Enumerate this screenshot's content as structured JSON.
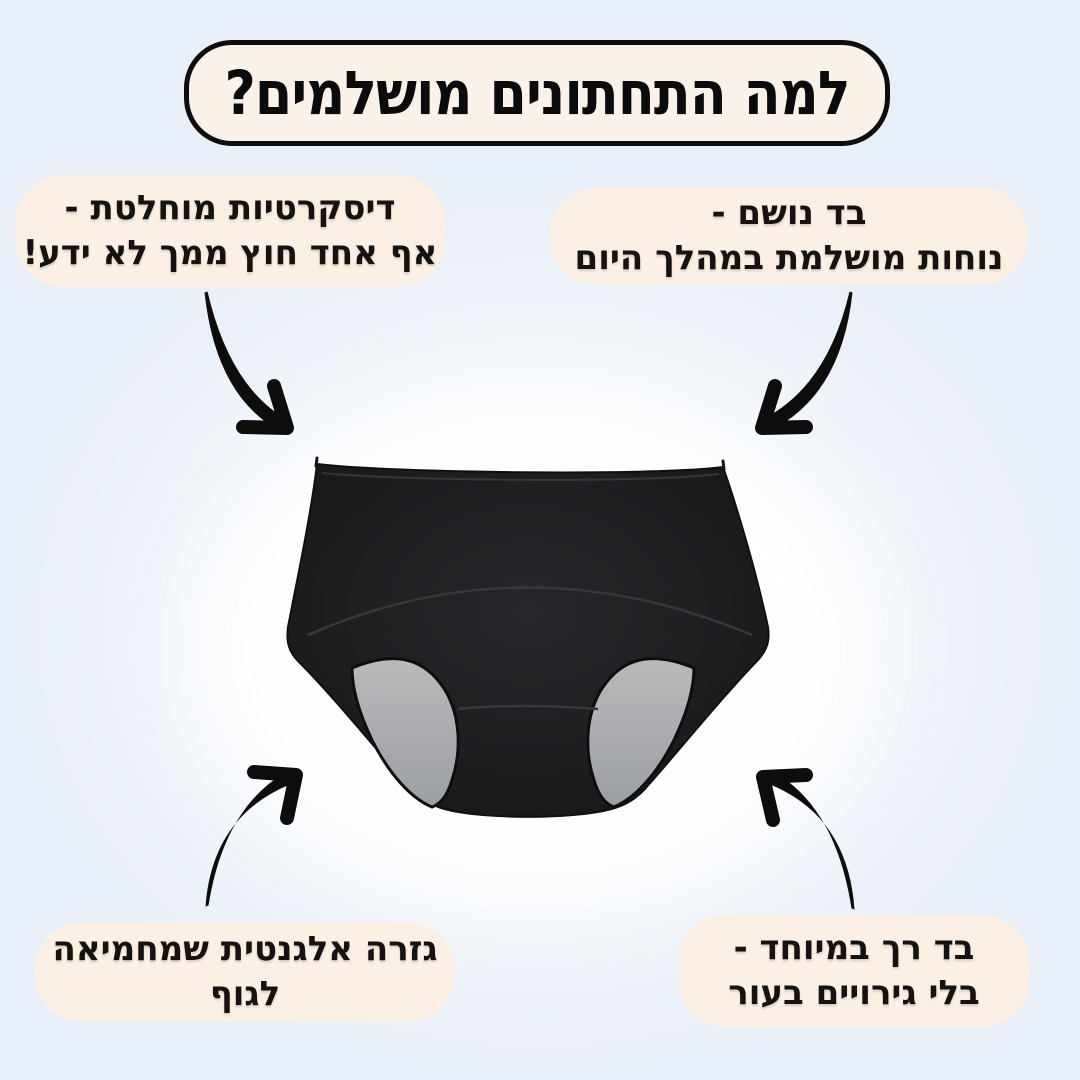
{
  "title": {
    "text": "למה התחתונים מושלמים?"
  },
  "callouts": {
    "top_left": {
      "line1": "דיסקרטיות מוחלטת -",
      "line2": "אף אחד חוץ ממך לא ידע!"
    },
    "top_right": {
      "line1": "בד נושם -",
      "line2": "נוחות מושלמת במהלך היום"
    },
    "bottom_left": {
      "line1": "גזרה אלגנטית שמחמיאה",
      "line2": "לגוף"
    },
    "bottom_right": {
      "line1": "בד רך במיוחד -",
      "line2": "בלי גירויים בעור"
    }
  },
  "product": {
    "icon": "black-high-waist-period-underwear"
  },
  "colors": {
    "background": "#edf2fa",
    "title_box_bg": "#faf2e9",
    "bubble_bg": "#fcefe3",
    "ink": "#0d0d0d",
    "underwear_black": "#1d1d1f",
    "lining_gray": "#a9abae"
  }
}
